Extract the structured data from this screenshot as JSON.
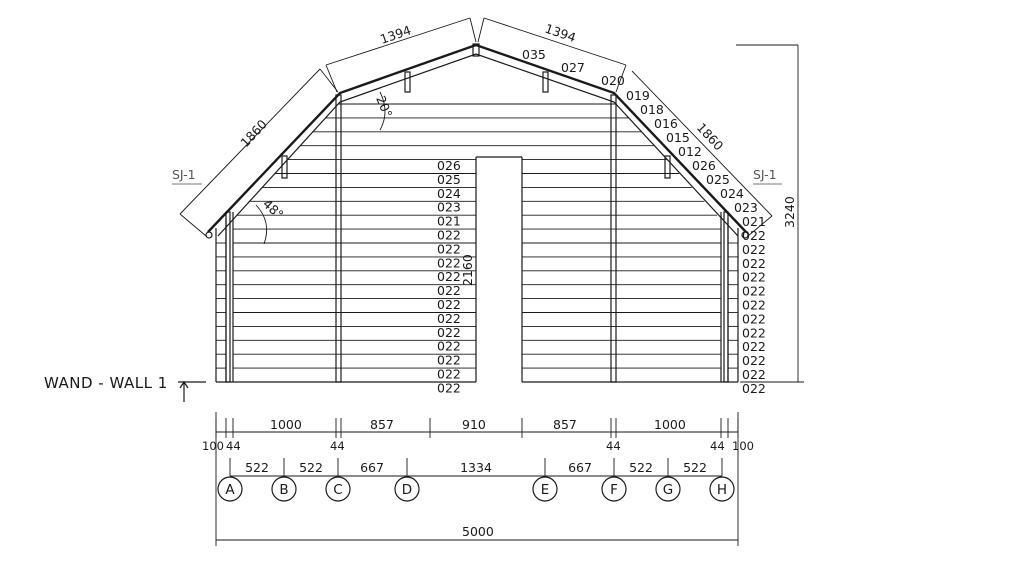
{
  "wall_title": "WAND - WALL 1",
  "section_left": "SJ-1",
  "section_right": "SJ-1",
  "roof": {
    "upper_left": "1394",
    "upper_right": "1394",
    "lower_left": "1860",
    "lower_right": "1860",
    "angle_upper": "20°",
    "angle_lower": "48°"
  },
  "heights": {
    "total": "3240",
    "door": "2160"
  },
  "log_labels_right_slope": [
    "035",
    "027",
    "020",
    "019",
    "018",
    "016",
    "015",
    "012",
    "026",
    "025",
    "024",
    "023",
    "021"
  ],
  "log_labels_center": [
    "026",
    "025",
    "024",
    "023",
    "021",
    "022",
    "022",
    "022",
    "022",
    "022",
    "022",
    "022",
    "022",
    "022",
    "022",
    "022",
    "022"
  ],
  "log_labels_right": [
    "022",
    "022",
    "022",
    "022",
    "022",
    "022",
    "022",
    "022",
    "022",
    "022",
    "022",
    "022"
  ],
  "dims_top_row": [
    "1000",
    "857",
    "910",
    "857",
    "1000"
  ],
  "dims_small": [
    "100",
    "44",
    "44",
    "44",
    "44",
    "100"
  ],
  "dims_axes": [
    "522",
    "522",
    "667",
    "1334",
    "667",
    "522",
    "522"
  ],
  "axes": [
    "A",
    "B",
    "C",
    "D",
    "E",
    "F",
    "G",
    "H"
  ],
  "overall_width": "5000"
}
